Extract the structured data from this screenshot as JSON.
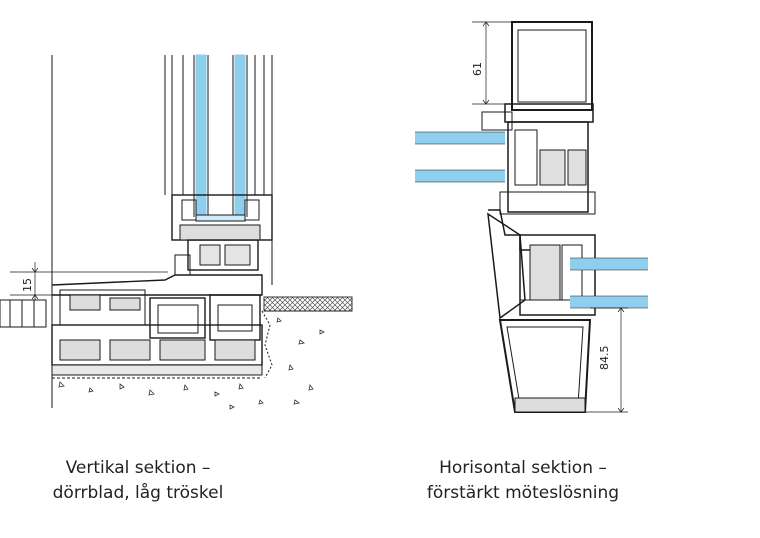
{
  "captions": {
    "left_line1": "Vertikal sektion –",
    "left_line2": "dörrblad, låg tröskel",
    "right_line1": "Horisontal sektion –",
    "right_line2": "förstärkt möteslösning"
  },
  "dimensions": {
    "left_threshold": "15",
    "right_top": "61",
    "right_bottom": "84.5"
  },
  "colors": {
    "glass": "#8fcfee",
    "line": "#1a1a1a",
    "hatch": "#555555"
  }
}
